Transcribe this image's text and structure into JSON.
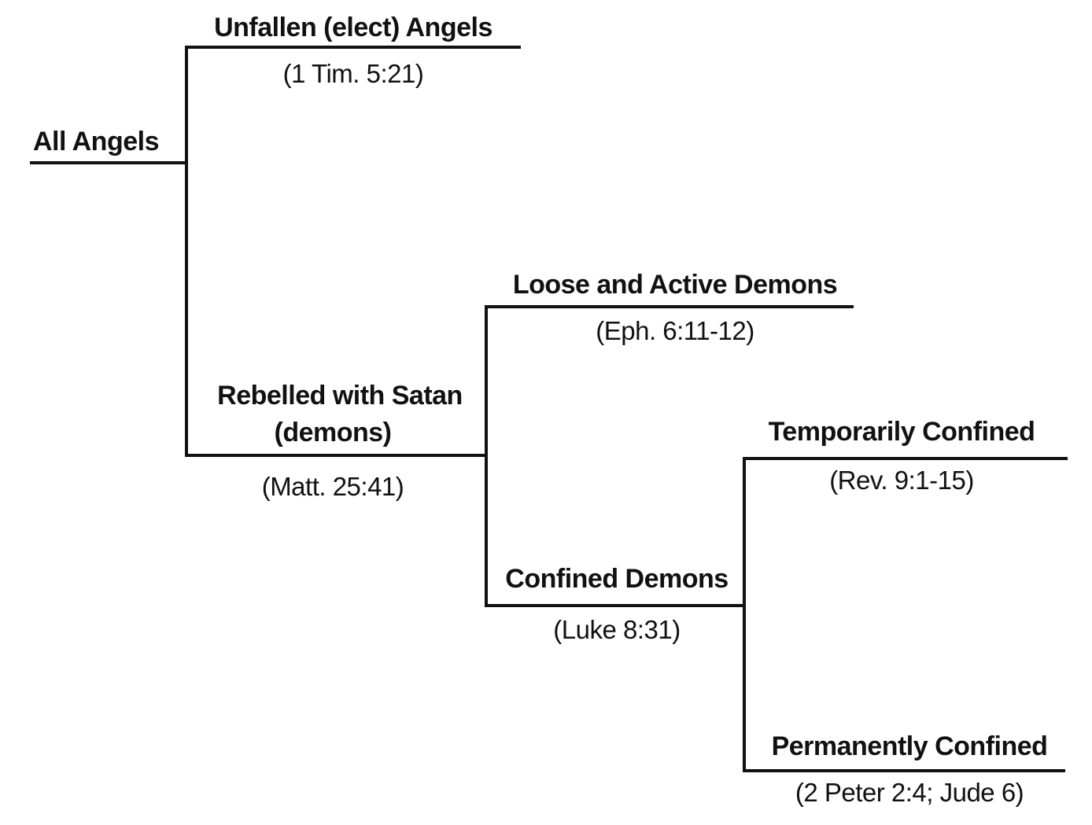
{
  "colors": {
    "ink": "#111111",
    "background": "#ffffff"
  },
  "nodes": {
    "all_angels": {
      "label": "All Angels"
    },
    "unfallen": {
      "label": "Unfallen (elect) Angels",
      "ref": "(1 Tim. 5:21)"
    },
    "rebelled": {
      "label_line1": "Rebelled with Satan",
      "label_line2": "(demons)",
      "ref": "(Matt. 25:41)"
    },
    "loose": {
      "label": "Loose and Active Demons",
      "ref": "(Eph. 6:11-12)"
    },
    "confined": {
      "label": "Confined Demons",
      "ref": "(Luke 8:31)"
    },
    "temporarily": {
      "label": "Temporarily Confined",
      "ref": "(Rev. 9:1-15)"
    },
    "permanently": {
      "label": "Permanently Confined",
      "ref": "(2 Peter 2:4; Jude 6)"
    }
  }
}
